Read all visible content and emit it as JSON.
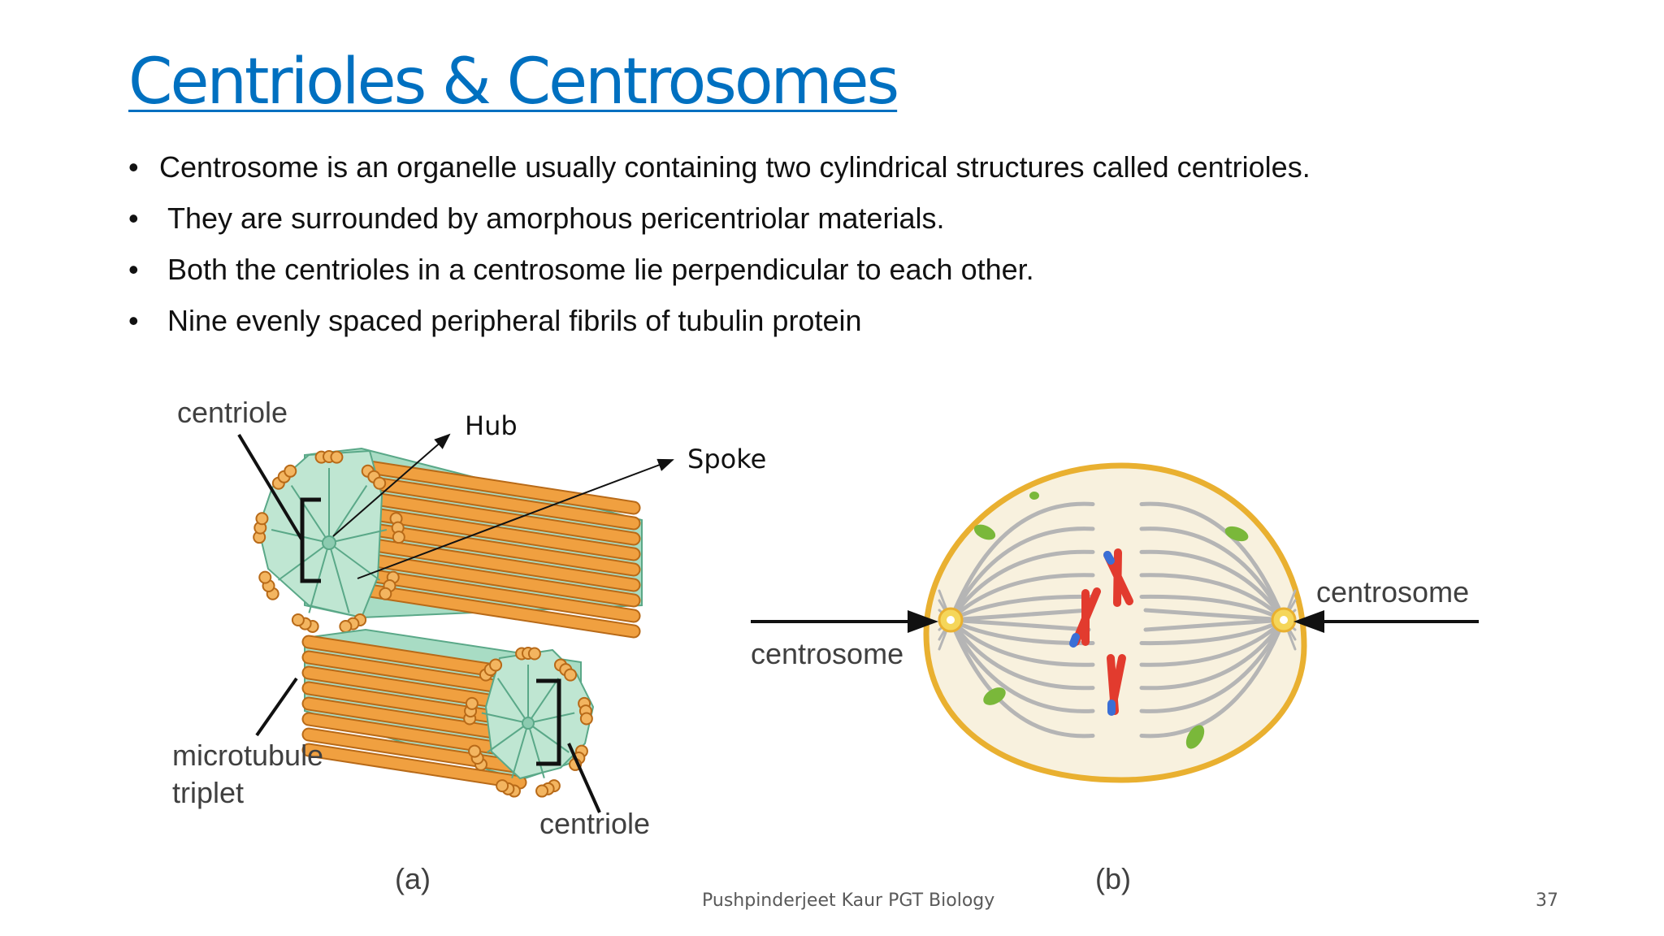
{
  "slide": {
    "title": "Centrioles & Centrosomes",
    "bullets": [
      "Centrosome is an organelle usually containing two cylindrical structures called centrioles.",
      "They are surrounded by amorphous pericentriolar materials.",
      "Both the centrioles in a centrosome lie perpendicular to each other.",
      "Nine evenly spaced peripheral fibrils of tubulin protein"
    ],
    "bullet_symbol": "•"
  },
  "figure_a": {
    "labels": {
      "centriole_top": "centriole",
      "hub": "Hub",
      "spoke": "Spoke",
      "microtubule_line1": "microtubule",
      "microtubule_line2": "triplet",
      "centriole_bottom": "centriole"
    },
    "caption": "(a)",
    "colors": {
      "tubule": "#f0a040",
      "tubule_outline": "#b86a18",
      "spoke_fill": "#a8dcc4",
      "spoke_line": "#5aa888"
    }
  },
  "figure_b": {
    "labels": {
      "centrosome_left": "centrosome",
      "centrosome_right": "centrosome"
    },
    "caption": "(b)",
    "colors": {
      "membrane": "#e9b030",
      "cytoplasm": "#f8f1de",
      "fibers": "#b5b5b5",
      "chromosome_red": "#e23b2e",
      "chromosome_blue": "#3a6fd6",
      "organelle_green": "#7ab83a"
    }
  },
  "footer": {
    "author": "Pushpinderjeet Kaur PGT Biology",
    "page": "37"
  }
}
